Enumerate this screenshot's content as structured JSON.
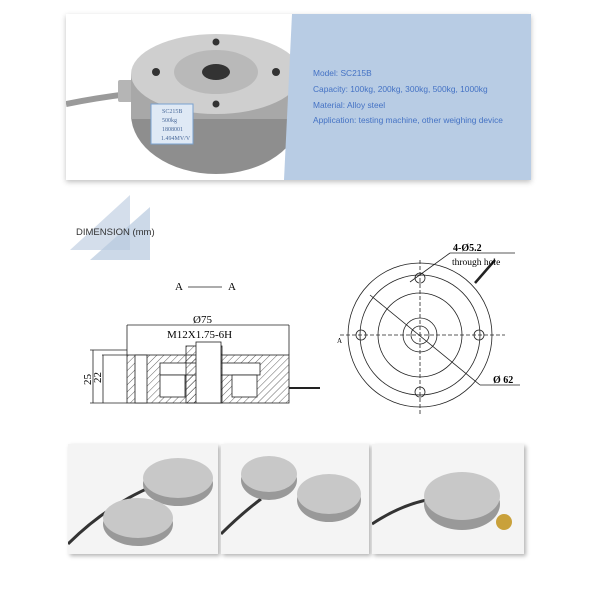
{
  "product": {
    "model": "Model: SC215B",
    "capacity": "Capacity: 100kg, 200kg, 300kg, 500kg, 1000kg",
    "material": "Material: Alloy steel",
    "application": "Application: testing machine, other weighing device"
  },
  "sensor_label": [
    "SC215B",
    "500kg",
    "1808001",
    "1.494MV/V"
  ],
  "dimension": {
    "title": "DIMENSION (mm)",
    "section_a": "A",
    "section_a2": "A",
    "diameter_outer": "Ø75",
    "thread": "M12X1.75-6H",
    "height_total": "25",
    "height_body": "22",
    "holes": "4-Ø5.2",
    "holes_note": "through hole",
    "diameter_pitch": "Ø 62",
    "side_marker": "A"
  },
  "colors": {
    "spec_panel": "#b8cce4",
    "spec_text": "#4472c4"
  }
}
